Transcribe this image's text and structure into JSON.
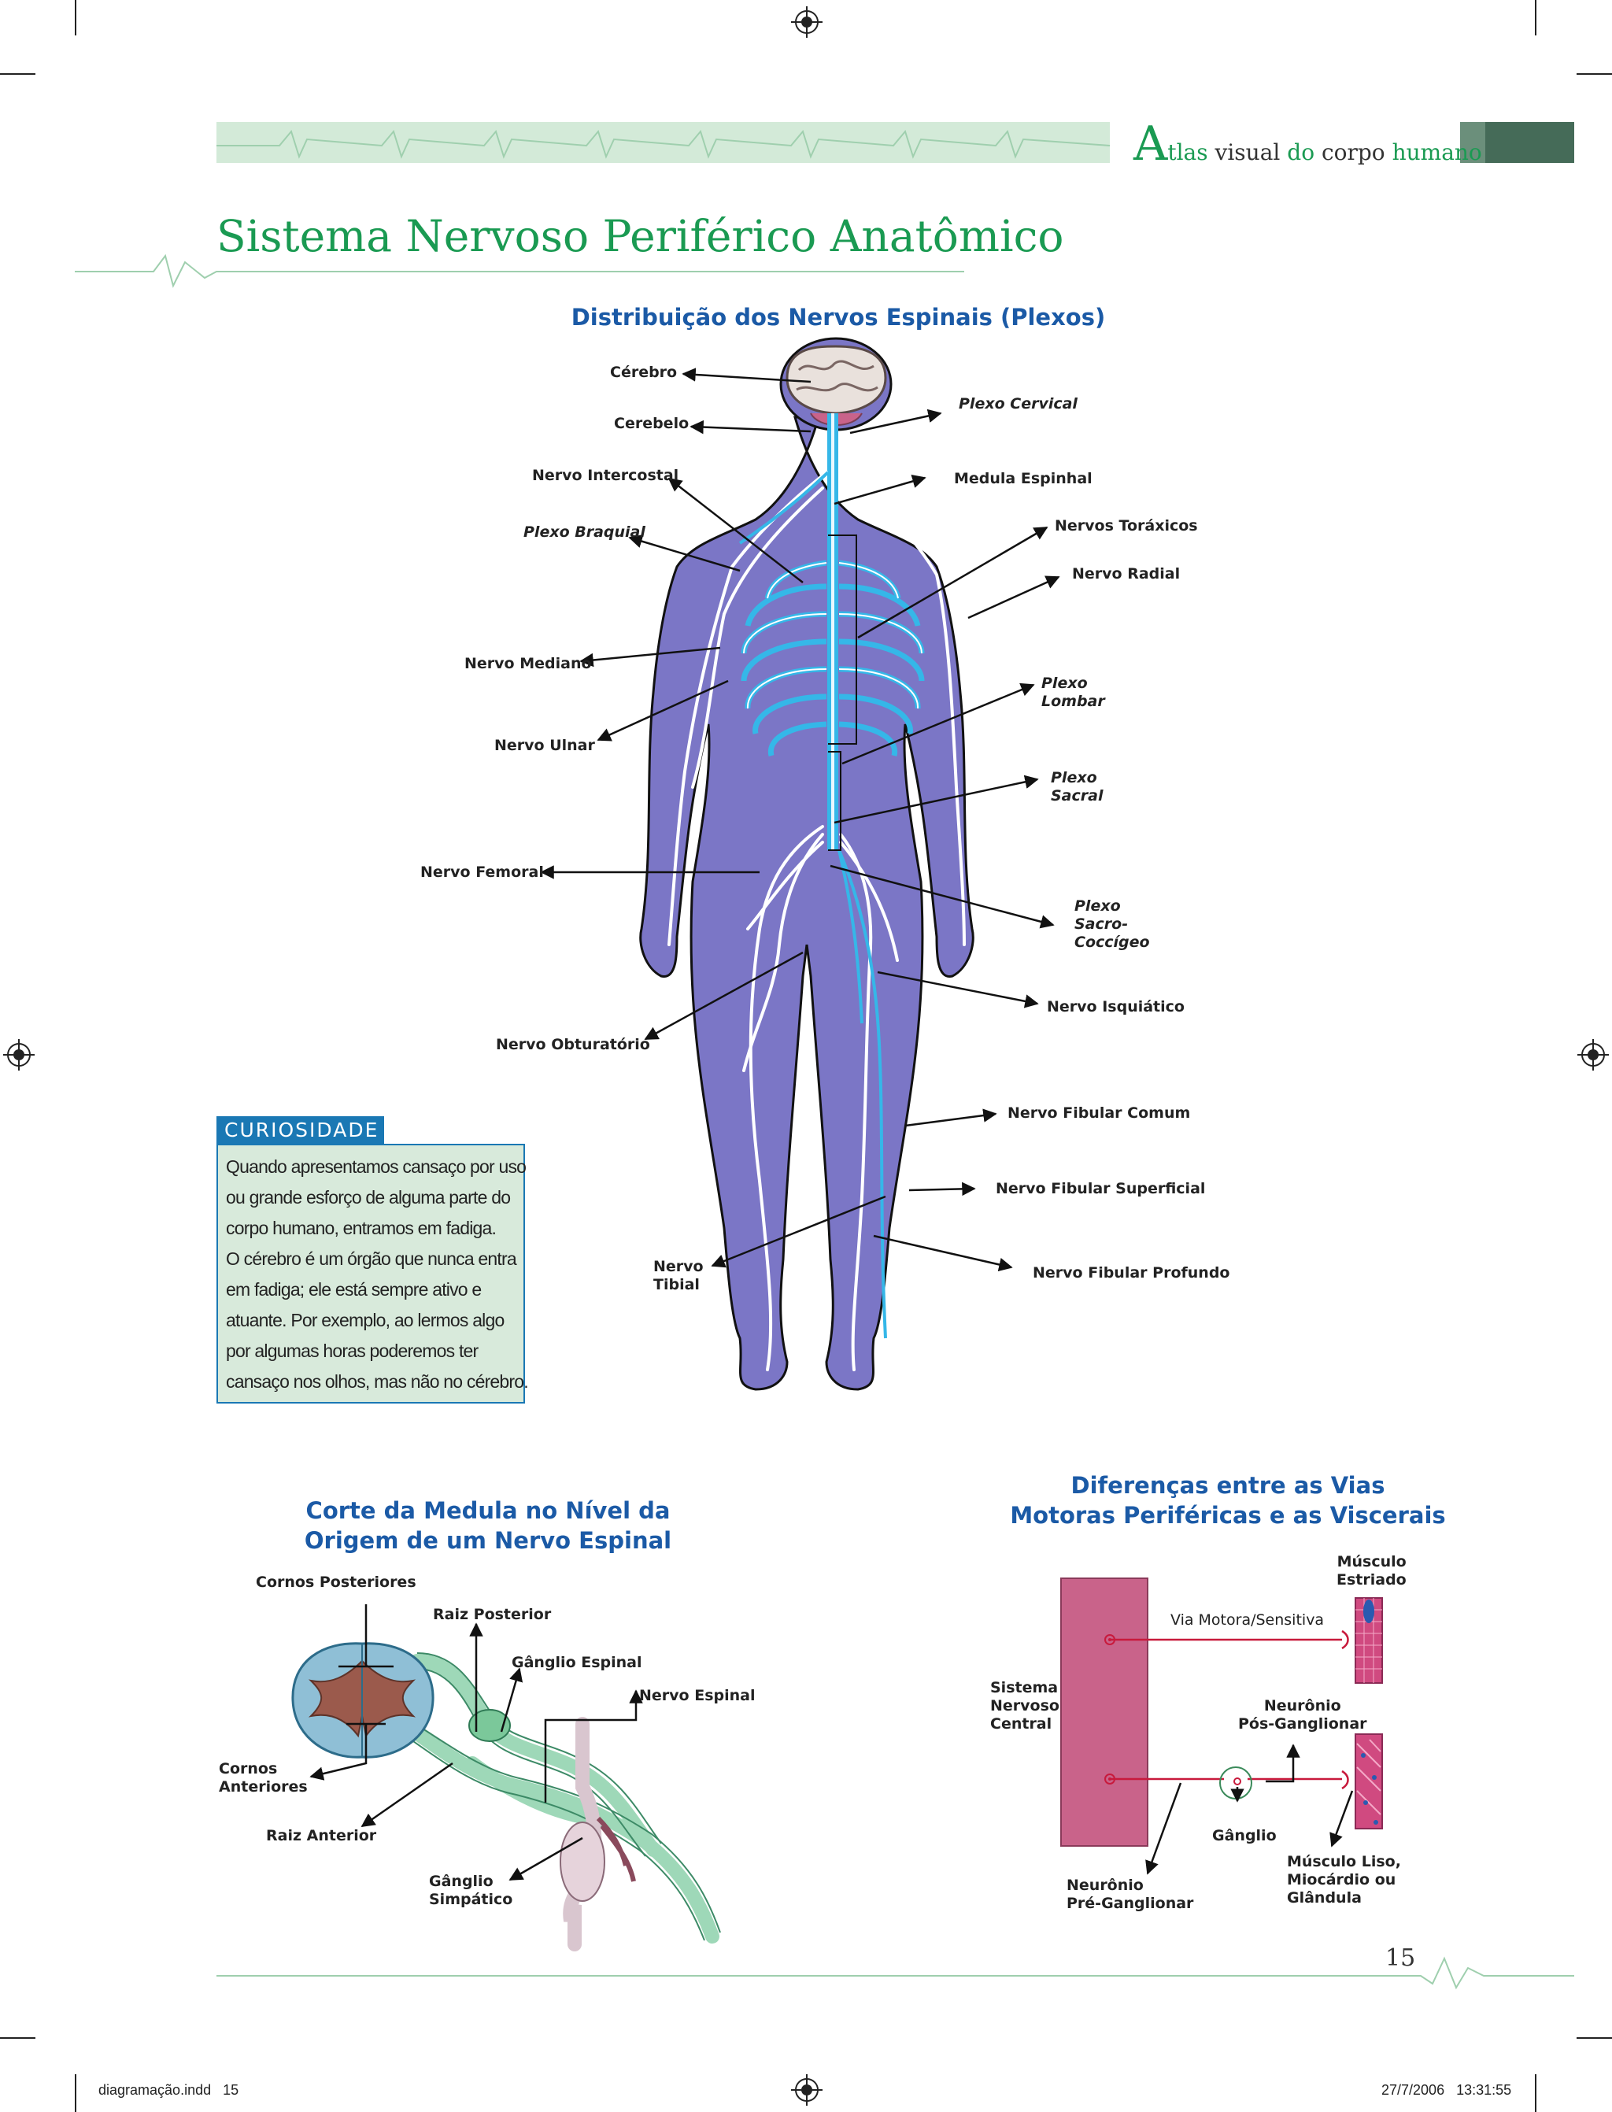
{
  "header": {
    "atlas_A": "A",
    "atlas_rest_1": "tlas",
    "atlas_rest_2": "visual",
    "atlas_rest_3": "do",
    "atlas_rest_4": "corpo",
    "atlas_rest_5": "humano"
  },
  "page_title": "Sistema Nervoso Periférico Anatômico",
  "main_diagram": {
    "title": "Distribuição dos Nervos Espinais (Plexos)",
    "labels": {
      "cerebro": "Cérebro",
      "cerebelo": "Cerebelo",
      "plexo_cervical": "Plexo Cervical",
      "nervo_intercostal": "Nervo Intercostal",
      "medula_espinhal": "Medula Espinhal",
      "plexo_braquial": "Plexo Braquial",
      "nervos_toraxicos": "Nervos Toráxicos",
      "nervo_radial": "Nervo Radial",
      "nervo_mediano": "Nervo Mediano",
      "plexo_lombar": "Plexo\nLombar",
      "nervo_ulnar": "Nervo Ulnar",
      "plexo_sacral": "Plexo\nSacral",
      "nervo_femoral": "Nervo Femoral",
      "plexo_sacro_coccigeo": "Plexo\nSacro-\nCoccígeo",
      "nervo_isquiatico": "Nervo Isquiático",
      "nervo_obturatorio": "Nervo Obturatório",
      "nervo_fibular_comum": "Nervo Fibular Comum",
      "nervo_fibular_superficial": "Nervo Fibular Superficial",
      "nervo_tibial": "Nervo\nTibial",
      "nervo_fibular_profundo": "Nervo Fibular Profundo"
    }
  },
  "curiosidade": {
    "heading": "CURIOSIDADE",
    "lines": [
      "Quando apresentamos cansaço por uso",
      "ou grande esforço de alguma parte do",
      "corpo humano, entramos em fadiga.",
      "O cérebro é um órgão que nunca entra",
      "em fadiga; ele está sempre ativo e",
      "atuante. Por exemplo, ao lermos algo",
      "por algumas horas poderemos ter",
      "cansaço nos olhos, mas não no cérebro."
    ]
  },
  "medula_section": {
    "title_line1": "Corte da Medula no Nível da",
    "title_line2": "Origem de um Nervo Espinal",
    "labels": {
      "cornos_posteriores": "Cornos Posteriores",
      "raiz_posterior": "Raiz Posterior",
      "ganglio_espinal": "Gânglio Espinal",
      "nervo_espinal": "Nervo Espinal",
      "cornos_anteriores": "Cornos\nAnteriores",
      "raiz_anterior": "Raiz Anterior",
      "ganglio_simpatico": "Gânglio\nSimpático"
    }
  },
  "vias_section": {
    "title_line1": "Diferenças entre as Vias",
    "title_line2": "Motoras Periféricas e as Viscerais",
    "labels": {
      "musculo_estriado": "Músculo\nEstriado",
      "via_motora": "Via Motora/Sensitiva",
      "snc": "Sistema\nNervoso\nCentral",
      "neuronio_pos": "Neurônio\nPós-Ganglionar",
      "ganglio": "Gânglio",
      "musculo_liso": "Músculo Liso,\nMiocárdio ou\nGlândula",
      "neuronio_pre": "Neurônio\nPré-Ganglionar"
    }
  },
  "page_number": "15",
  "footer": {
    "file": "diagramação.indd   15",
    "date": "27/7/2006   13:31:55"
  },
  "colors": {
    "green": "#1a9a52",
    "blue_title": "#1b5aa6",
    "body_purple": "#7b76c6",
    "nerve_blue": "#35b7e8",
    "box_green": "#d8eadb",
    "brain_pink": "#c9638a"
  }
}
